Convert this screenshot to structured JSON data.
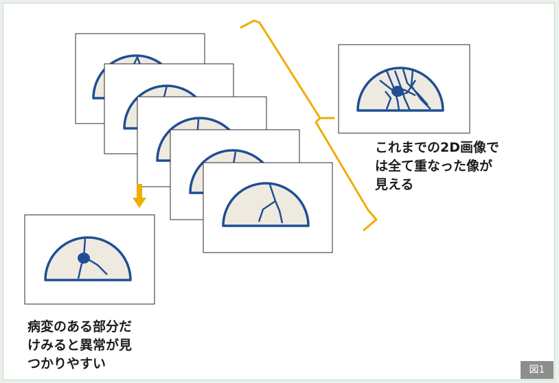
{
  "captions": {
    "right": "これまでの2D画像で\nは全て重なった像が\n見える",
    "bottom_left": "病変のある部分だ\nけみると異常が見\nつかりやすい"
  },
  "figure_label": "図1",
  "colors": {
    "background": "#e9f1ea",
    "card": "#ffffff",
    "outline_blue": "#1f4e93",
    "fill_beige": "#eeeae0",
    "bracket_gold": "#f0ad00",
    "label_bg": "#8d8d8d",
    "frame_stroke": "#2a2a2a"
  }
}
